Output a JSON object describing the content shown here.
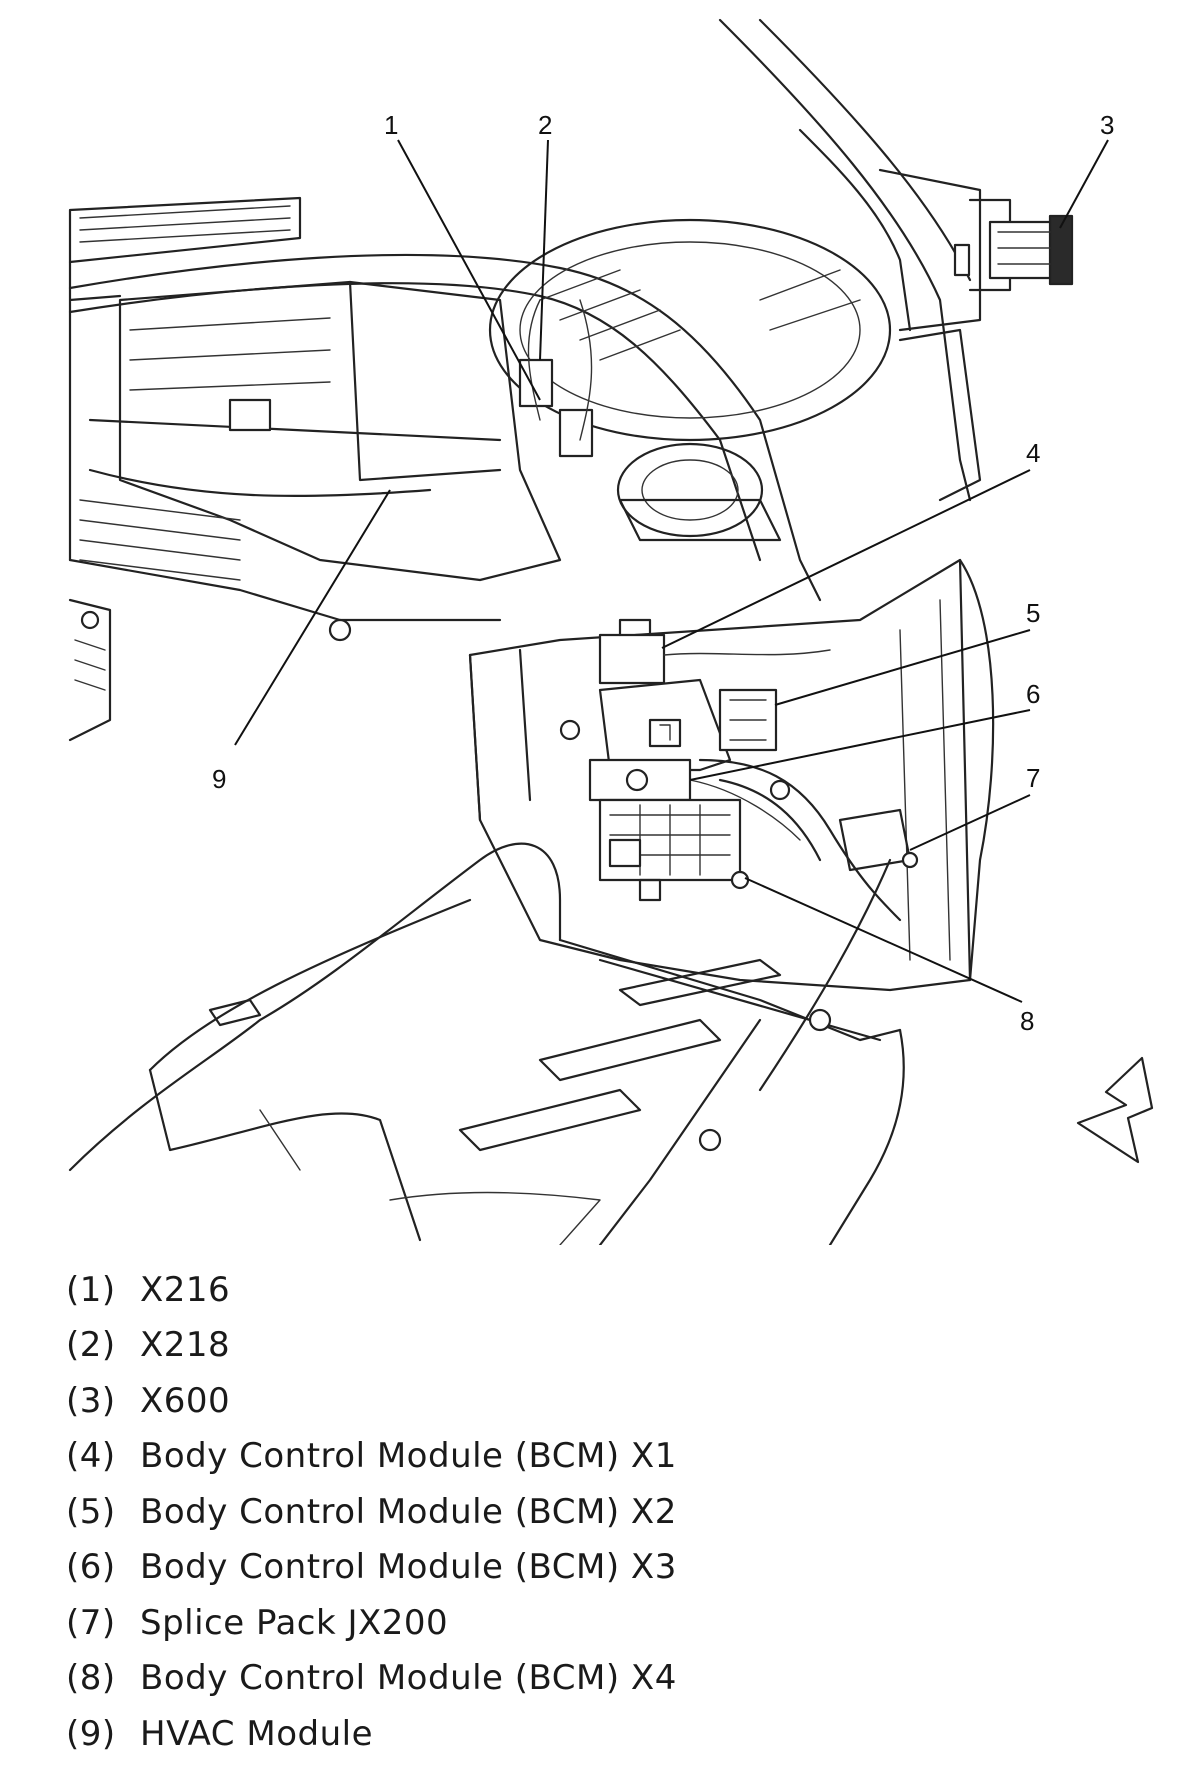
{
  "callouts": [
    "1",
    "2",
    "3",
    "4",
    "5",
    "6",
    "7",
    "8",
    "9"
  ],
  "legend": [
    {
      "num": "(1)",
      "text": "X216"
    },
    {
      "num": "(2)",
      "text": "X218"
    },
    {
      "num": "(3)",
      "text": "X600"
    },
    {
      "num": "(4)",
      "text": "Body Control Module (BCM) X1"
    },
    {
      "num": "(5)",
      "text": "Body Control Module (BCM) X2"
    },
    {
      "num": "(6)",
      "text": "Body Control Module (BCM) X3"
    },
    {
      "num": "(7)",
      "text": "Splice Pack JX200"
    },
    {
      "num": "(8)",
      "text": "Body Control Module (BCM) X4"
    },
    {
      "num": "(9)",
      "text": "HVAC Module"
    }
  ],
  "icons": {
    "direction": "forward-arrow-icon"
  }
}
